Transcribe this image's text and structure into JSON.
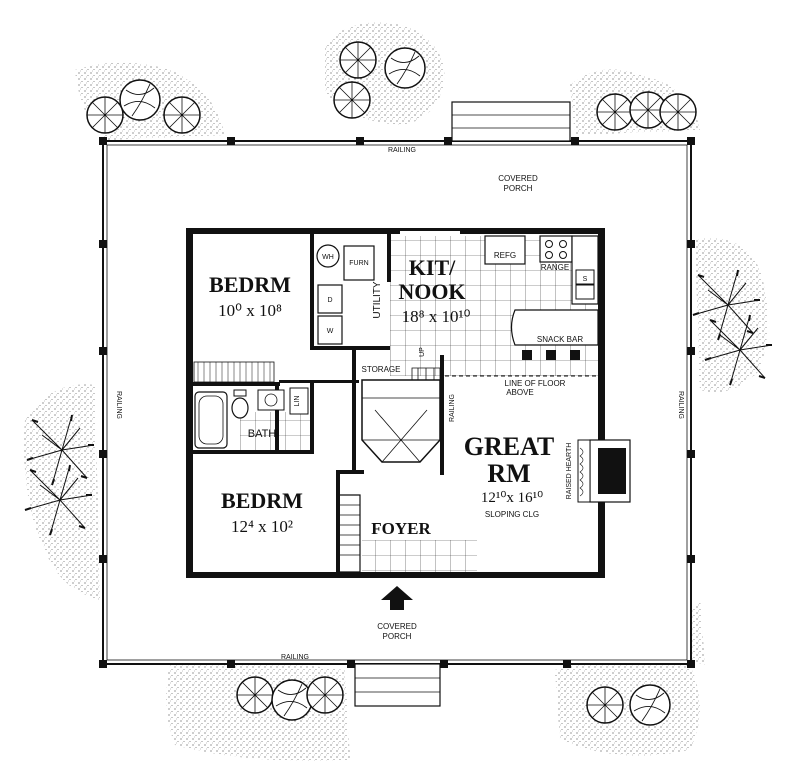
{
  "rooms": {
    "bedroom_top": {
      "name": "BEDRM",
      "dimension": "10⁰ x 10⁸"
    },
    "bedroom_bottom": {
      "name": "BEDRM",
      "dimension": "12⁴ x 10²"
    },
    "kitchen": {
      "name_line1": "KIT/",
      "name_line2": "NOOK",
      "dimension": "18⁸ x 10¹⁰"
    },
    "great_room": {
      "name_line1": "GREAT",
      "name_line2": "RM",
      "dimension": "12¹⁰x 16¹⁰",
      "note": "SLOPING CLG"
    },
    "bath": {
      "name": "BATH"
    },
    "foyer": {
      "name": "FOYER"
    },
    "utility": {
      "name": "UTILITY"
    },
    "storage": {
      "name": "STORAGE"
    }
  },
  "fixtures": {
    "wh": "WH",
    "furn": "FURN",
    "dryer": "D",
    "washer": "W",
    "refrigerator": "REFG",
    "range": "RANGE",
    "sink": "S",
    "snack_bar": "SNACK BAR",
    "linen": "LIN",
    "raised_hearth": "RAISED HEARTH",
    "stair_up": "UP"
  },
  "annotations": {
    "line_of_floor_line1": "LINE OF FLOOR",
    "line_of_floor_line2": "ABOVE",
    "railing_interior": "RAILING"
  },
  "porch": {
    "covered_porch_top_line1": "COVERED",
    "covered_porch_top_line2": "PORCH",
    "covered_porch_bottom_line1": "COVERED",
    "covered_porch_bottom_line2": "PORCH",
    "railing_top": "RAILING",
    "railing_bottom": "RAILING",
    "railing_left": "RAILING",
    "railing_right": "RAILING"
  }
}
